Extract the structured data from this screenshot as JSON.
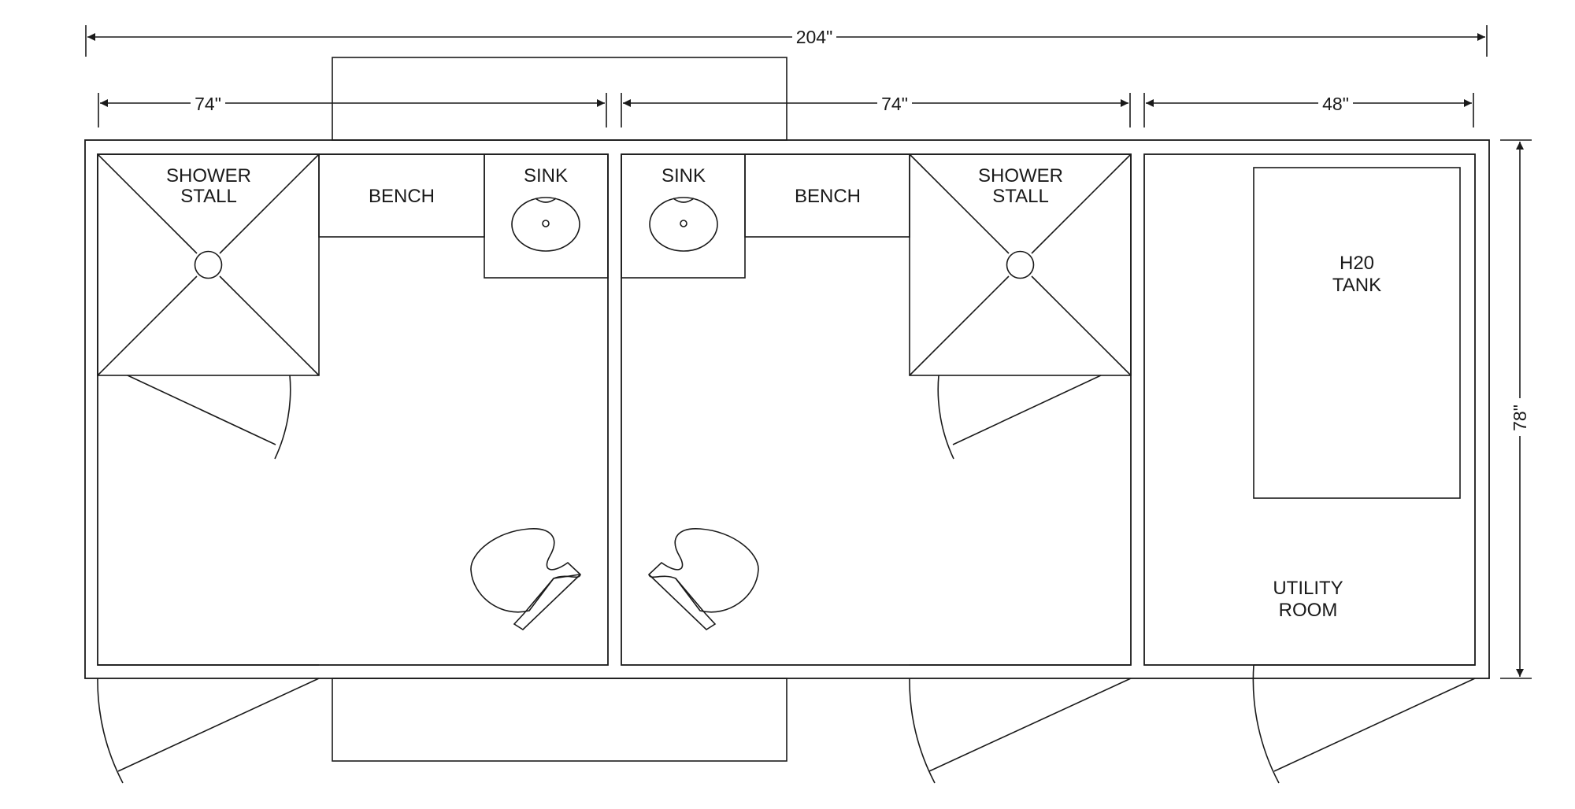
{
  "dimensions": {
    "overall_width": "204\"",
    "left_room_width": "74\"",
    "middle_room_width": "74\"",
    "utility_width": "48\"",
    "overall_depth": "78\""
  },
  "labels": {
    "left_shower_line1": "SHOWER",
    "left_shower_line2": "STALL",
    "left_bench": "BENCH",
    "left_sink": "SINK",
    "middle_sink": "SINK",
    "middle_bench": "BENCH",
    "middle_shower_line1": "SHOWER",
    "middle_shower_line2": "STALL",
    "tank_line1": "H20",
    "tank_line2": "TANK",
    "utility_line1": "UTILITY",
    "utility_line2": "ROOM"
  }
}
